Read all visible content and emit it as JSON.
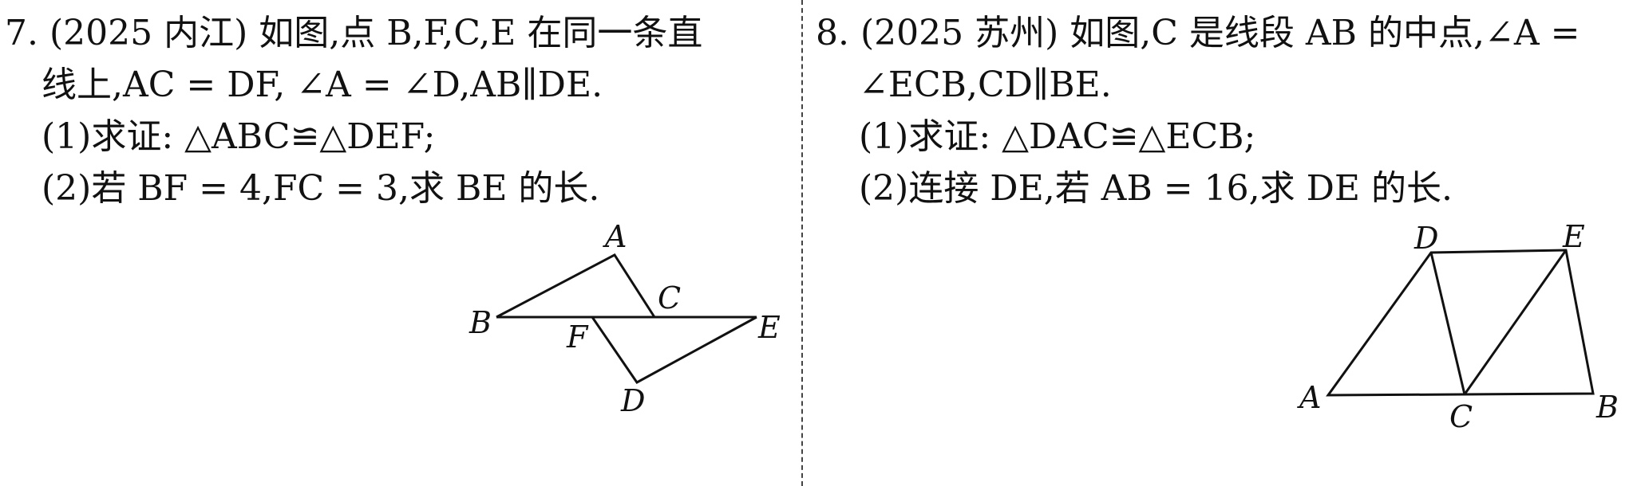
{
  "problem7": {
    "lines": [
      "7. (2025 内江) 如图,点 B,F,C,E 在同一条直",
      "线上,AC = DF, ∠A = ∠D,AB∥DE.",
      "(1)求证: △ABC≌△DEF;",
      "(2)若 BF = 4,FC = 3,求 BE 的长."
    ],
    "points": {
      "A": "A",
      "B": "B",
      "C": "C",
      "D": "D",
      "E": "E",
      "F": "F"
    }
  },
  "problem8": {
    "lines": [
      "8. (2025 苏州) 如图,C 是线段 AB 的中点,∠A =",
      "∠ECB,CD∥BE.",
      "(1)求证: △DAC≌△ECB;",
      "(2)连接 DE,若 AB = 16,求 DE 的长."
    ],
    "points": {
      "A": "A",
      "B": "B",
      "C": "C",
      "D": "D",
      "E": "E"
    }
  }
}
